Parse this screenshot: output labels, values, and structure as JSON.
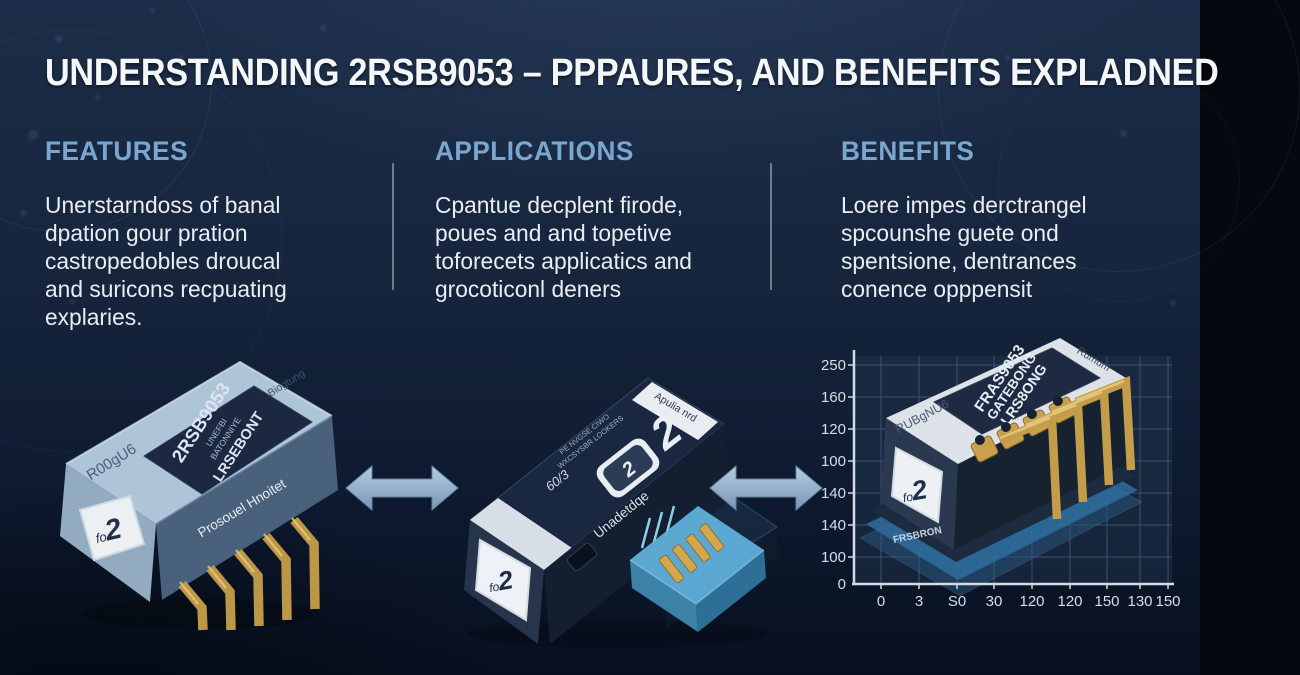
{
  "title": "UNDERSTANDING 2RSB9053 – PPPAURES,  AND BENEFITS EXPLADNED",
  "columns": [
    {
      "heading": "FEATURES",
      "lines": [
        "Unerstarndoss of banal",
        "dpation gour pration",
        "castropedobles droucal",
        "and suricons recpuating",
        "explaries."
      ]
    },
    {
      "heading": "APPLICATIONS",
      "lines": [
        "Cpantue decplent firode,",
        "poues and and topetive",
        "toforecets applicatics and",
        "grocoticonl deners"
      ]
    },
    {
      "heading": "BENEFITS",
      "lines": [
        "Loere impes derctrangel",
        "spcounshe guete ond",
        "spentsione, dentrances",
        "conence opppensit"
      ]
    }
  ],
  "brand": {
    "prefix": "fo",
    "digit": "2"
  },
  "components": {
    "left": {
      "label_lines": [
        "2RSB9053",
        "UNEFBI",
        "BATONNIYE",
        "LRSEBONT"
      ],
      "side_text": "R00gU6",
      "corner_text": "Biogtung",
      "caption": "Prosouel Hnoitet"
    },
    "middle": {
      "corner_text": "Apulia nrd",
      "top_text_1": "PE NVGSE CIWO",
      "top_text_2": "WXCSYSBR LOOKERS",
      "top_text_3": "60/3",
      "body_text": "Unadetdqe"
    },
    "right": {
      "label_lines": [
        "FRAS9053",
        "GATEBONG",
        "LRS8ONG"
      ],
      "corner_text": "Rumum",
      "side_text": "RUBgNU6",
      "caption": "FRSBRON"
    }
  },
  "chart": {
    "y_ticks": [
      "250",
      "160",
      "120",
      "100",
      "140",
      "140",
      "100",
      "0"
    ],
    "x_ticks": [
      "0",
      "3",
      "S0",
      "30",
      "120",
      "120",
      "150",
      "130",
      "150"
    ]
  },
  "colors": {
    "background_top": "#1c2d48",
    "background_bottom": "#081020",
    "heading": "#7ba6cf",
    "title_text": "#f4f6f8",
    "body_text": "#e9eef3",
    "arrow": "#8fb0cd",
    "gold_pin": "#c49d4b",
    "usb_blue": "#5fb0da",
    "label_navy": "#1d2a42",
    "grid_line": "#44597a"
  }
}
